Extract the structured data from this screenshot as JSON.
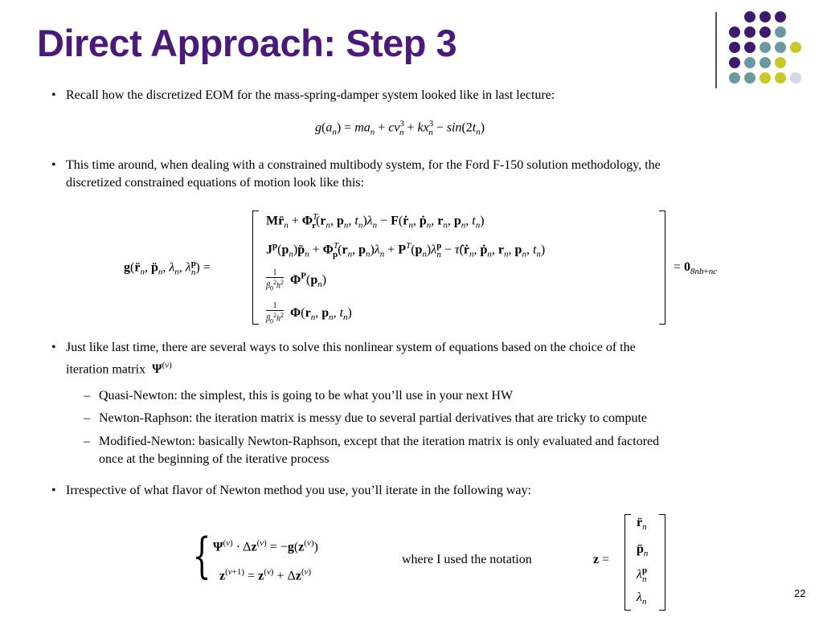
{
  "slide": {
    "title": "Direct Approach: Step 3",
    "page_number": "22"
  },
  "logo": {
    "colors": [
      "#3d1a6b",
      "#6a9aa0",
      "#c8c82a",
      "#d8d8e4"
    ]
  },
  "bullets": [
    {
      "mark": "•",
      "text": "Recall how the discretized EOM for the mass-spring-damper system looked like in last lecture:"
    },
    {
      "mark": "•",
      "lines": [
        "This time around, when dealing with a constrained multibody system, for the Ford F-150 solution methodology, the",
        "discretized constrained equations of motion look like this:"
      ]
    },
    {
      "mark": "•",
      "lines": [
        "Just like last time, there are several ways to solve this nonlinear system of equations based on the choice of the",
        "iteration matrix"
      ]
    },
    {
      "mark": "•",
      "text": "Irrespective of what flavor of Newton method you use, you’ll iterate in the following way:"
    }
  ],
  "subbullets": [
    {
      "mark": "–",
      "text": "Quasi-Newton: the simplest, this is going to be what you’ll use in your next HW"
    },
    {
      "mark": "–",
      "text": "Newton-Raphson: the iteration matrix is messy due to several partial derivatives that are tricky to compute"
    },
    {
      "mark": "–",
      "lines": [
        "Modified-Newton: basically Newton-Raphson, except that the iteration matrix is only evaluated and factored",
        "once at the beginning of the iterative process"
      ]
    }
  ],
  "notation_text": "where I used the notation"
}
